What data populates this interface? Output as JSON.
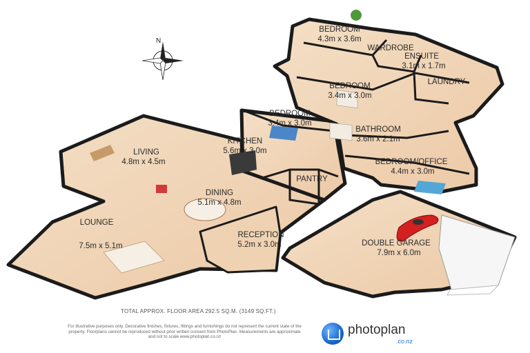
{
  "rooms": [
    {
      "id": "bedroom-1",
      "name": "BEDROOM",
      "size": "4.3m x 3.6m"
    },
    {
      "id": "wardrobe",
      "name": "WARDROBE",
      "size": ""
    },
    {
      "id": "ensuite",
      "name": "ENSUITE",
      "size": "3.1m x 1.7m"
    },
    {
      "id": "laundry",
      "name": "LAUNDRY",
      "size": ""
    },
    {
      "id": "bedroom-2",
      "name": "BEDROOM",
      "size": "3.4m x 3.0m"
    },
    {
      "id": "bedroom-3",
      "name": "BEDROOM",
      "size": "3.4m x 3.0m"
    },
    {
      "id": "bathroom",
      "name": "BATHROOM",
      "size": "3.6m x 2.1m"
    },
    {
      "id": "bedroom-office",
      "name": "BEDROOM/OFFICE",
      "size": "4.4m x 3.0m"
    },
    {
      "id": "kitchen",
      "name": "KITCHEN",
      "size": "5.6m x 3.0m"
    },
    {
      "id": "living",
      "name": "LIVING",
      "size": "4.8m x 4.5m"
    },
    {
      "id": "pantry",
      "name": "PANTRY",
      "size": ""
    },
    {
      "id": "dining",
      "name": "DINING",
      "size": "5.1m x 4.8m"
    },
    {
      "id": "lounge",
      "name": "LOUNGE",
      "size": "7.5m x 5.1m"
    },
    {
      "id": "reception",
      "name": "RECEPTION",
      "size": "5.2m x 3.0m"
    },
    {
      "id": "double-garage",
      "name": "DOUBLE GARAGE",
      "size": "7.9m x 6.0m"
    }
  ],
  "compass": {
    "north_label": "N"
  },
  "footer": {
    "total_area": "TOTAL APPROX. FLOOR AREA 292.5 SQ.M. (3149 SQ.FT.)",
    "disclaimer": "For illustrative purposes only. Decorative finishes, fixtures, fittings and furnishings do not represent the current state of the property. Floorplans cannot be reproduced without prior written consent from PhotoPlan. Measurements are approximate and not to scale www.photoplan.co.nz",
    "brand_name": "photoplan",
    "brand_domain": ".co.nz"
  },
  "colors": {
    "floor": "#f1d7bb",
    "wall": "#1b1b1b",
    "garage_door": "#f6f6f6",
    "car": "#d42020",
    "bed_cover": "#4a86c8"
  }
}
